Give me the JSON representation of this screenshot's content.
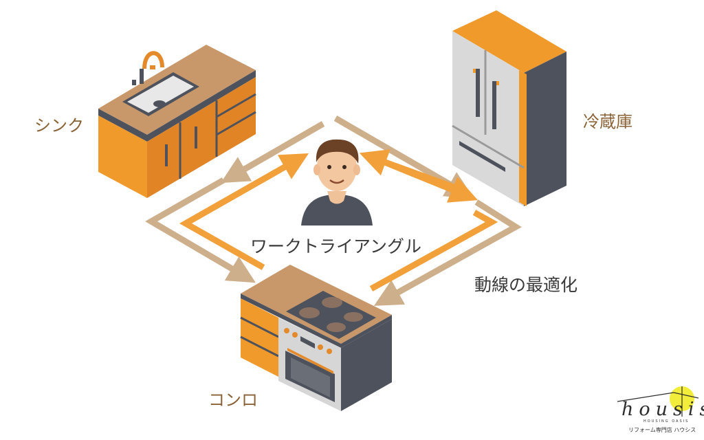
{
  "labels": {
    "sink": "シンク",
    "fridge": "冷蔵庫",
    "stove": "コンロ",
    "center": "ワークトライアングル",
    "flow": "動線の最適化"
  },
  "logo": {
    "word": "housis",
    "sub": "HOUSING OASIS",
    "tagline": "リフォーム専門店 ハウシス"
  },
  "colors": {
    "orange": "#f09a2c",
    "orange_dark": "#d9771d",
    "wood": "#c9986a",
    "tan_arrow": "#cdb08b",
    "orange_arrow": "#f2a03a",
    "dark_gray": "#4d525c",
    "steel": "#d9d9d9",
    "logo_yellow": "#f2ec3a",
    "label_brown": "#8a6236"
  },
  "icons": [
    "sink-cabinet-icon",
    "refrigerator-icon",
    "stove-icon",
    "person-icon",
    "faucet-icon"
  ]
}
